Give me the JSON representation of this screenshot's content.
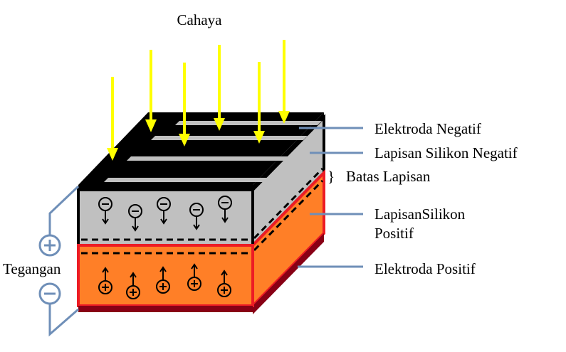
{
  "title": "Cahaya",
  "labels": {
    "electrode_negative": "Elektroda Negatif",
    "silicon_negative": "Lapisan Silikon Negatif",
    "junction": "Batas Lapisan",
    "silicon_positive_line1": "LapisanSilikon",
    "silicon_positive_line2": "Positif",
    "electrode_positive": "Elektroda Positif",
    "voltage": "Tegangan"
  },
  "colors": {
    "arrow": "#ffff00",
    "top_black": "#000000",
    "n_layer": "#c0c0c0",
    "p_layer": "#ff7f27",
    "p_border": "#ed1c24",
    "bottom_electrode": "#880015",
    "leader": "#6f8fb8"
  },
  "icons": {
    "electron": "minus-circle-down-arrow",
    "hole": "plus-circle-up-arrow",
    "positive_terminal": "plus-circle-icon",
    "negative_terminal": "minus-circle-icon"
  }
}
